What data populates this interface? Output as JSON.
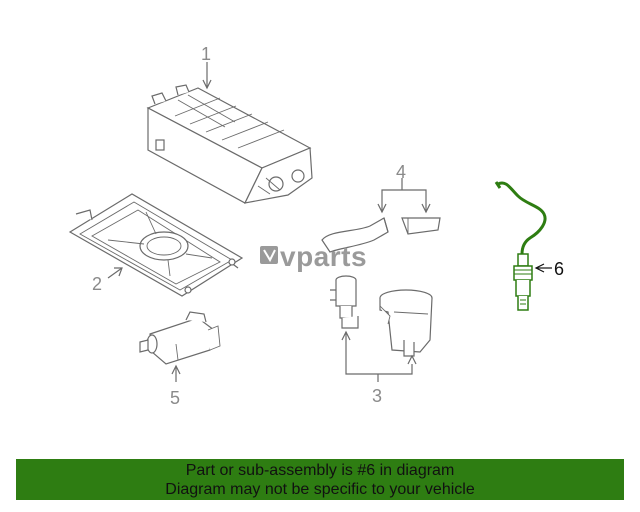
{
  "diagram": {
    "logo_text": "vparts",
    "callouts": {
      "c1": "1",
      "c2": "2",
      "c3": "3",
      "c4": "4",
      "c5": "5",
      "c6": "6"
    },
    "highlight_color": "#2e7d12"
  },
  "footer": {
    "line1": "Part or sub-assembly is #6 in diagram",
    "line2": "Diagram may not be specific to your vehicle",
    "background": "#2e7d12"
  }
}
